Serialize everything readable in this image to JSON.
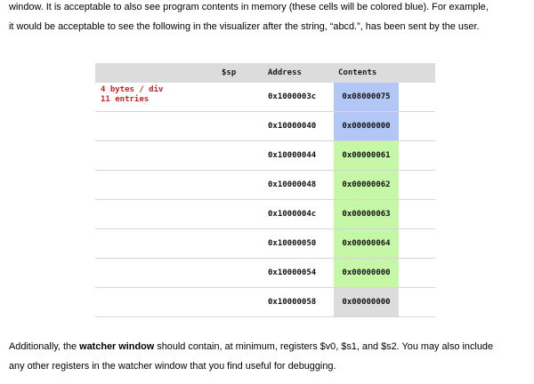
{
  "intro": {
    "line1": "window. It is acceptable to also see program contents in memory (these cells will be colored blue). For example,",
    "line2": "it would be acceptable to see the following in the visualizer after the string, “abcd.”, has been sent by the user."
  },
  "visualizer": {
    "headers": {
      "sp": "$sp",
      "address": "Address",
      "contents": "Contents"
    },
    "note_lines": [
      "4 bytes / div",
      "11 entries"
    ],
    "colors": {
      "blue": "#b3c7f7",
      "green": "#c6f7a6",
      "grey": "#dcdcdc",
      "note_red": "#cc2222"
    },
    "rows": [
      {
        "address": "0x1000003c",
        "contents": "0x08000075",
        "color": "blue"
      },
      {
        "address": "0x10000040",
        "contents": "0x00000000",
        "color": "blue"
      },
      {
        "address": "0x10000044",
        "contents": "0x00000061",
        "color": "green"
      },
      {
        "address": "0x10000048",
        "contents": "0x00000062",
        "color": "green"
      },
      {
        "address": "0x1000004c",
        "contents": "0x00000063",
        "color": "green"
      },
      {
        "address": "0x10000050",
        "contents": "0x00000064",
        "color": "green"
      },
      {
        "address": "0x10000054",
        "contents": "0x00000000",
        "color": "green"
      },
      {
        "address": "0x10000058",
        "contents": "0x00000000",
        "color": "grey"
      }
    ]
  },
  "outro": {
    "line1_before": "Additionally, the ",
    "line1_bold": "watcher window",
    "line1_after": " should contain, at minimum, registers $v0, $s1, and $s2. You may also include",
    "line2": "any other registers in the watcher window that you find useful for debugging."
  }
}
